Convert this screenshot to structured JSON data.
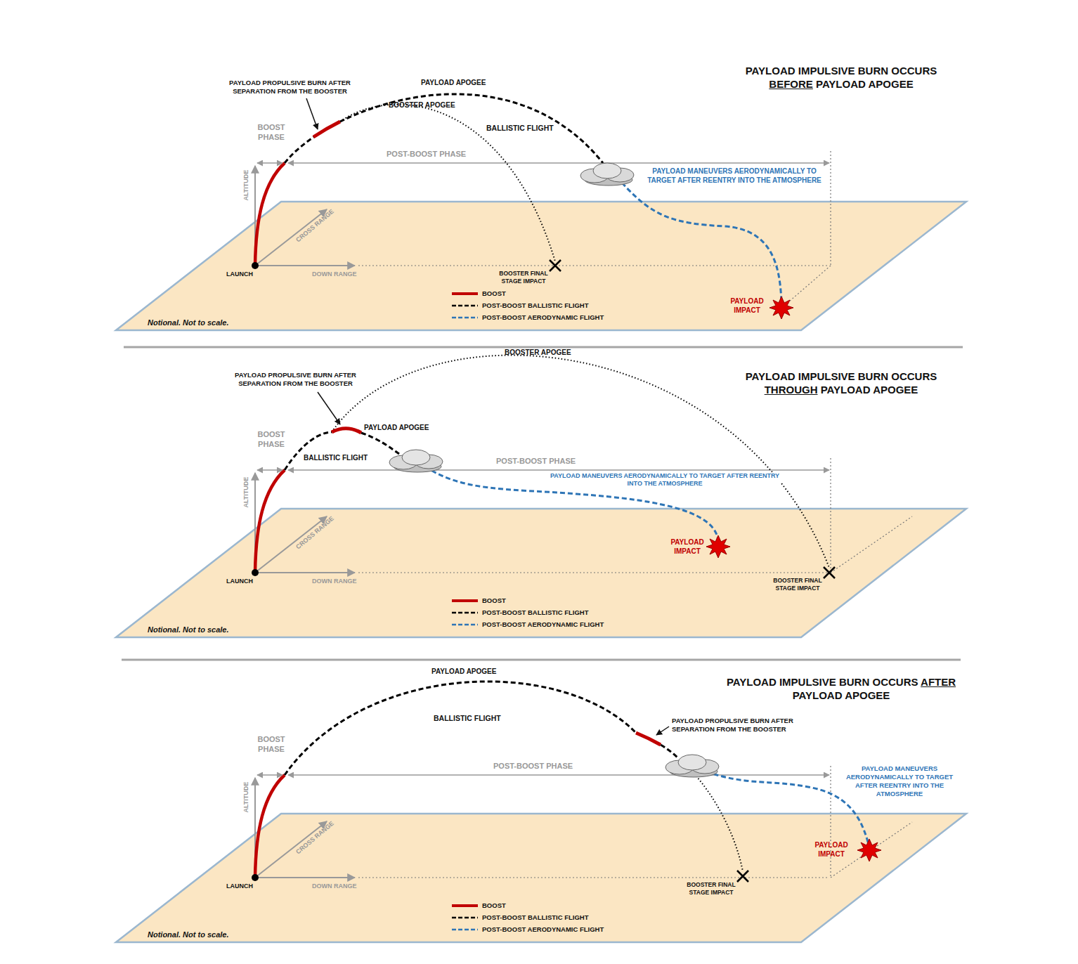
{
  "diagram": {
    "labels": [
      "PAYLOAD IMPULSIVE BURN OCCURS BEFORE PAYLOAD APOGEE",
      "PAYLOAD PROPULSIVE BURN AFTER SEPARATION FROM THE BOOSTER",
      "PAYLOAD APOGEE",
      "BOOSTER APOGEE",
      "BALLISTIC FLIGHT",
      "BOOST PHASE",
      "POST-BOOST PHASE",
      "ALTITUDE",
      "CROSS RANGE",
      "DOWN RANGE",
      "LAUNCH",
      "PAYLOAD MANEUVERS AERODYNAMICALLY TO TARGET AFTER REENTRY INTO THE ATMOSPHERE",
      "BOOSTER FINAL STAGE IMPACT",
      "PAYLOAD IMPACT",
      "Notional. Not to scale.",
      "PAYLOAD IMPULSIVE BURN OCCURS THROUGH PAYLOAD APOGEE",
      "PAYLOAD PROPULSIVE BURN AFTER SEPARATION FROM THE BOOSTER",
      "PAYLOAD APOGEE",
      "BOOSTER APOGEE",
      "BALLISTIC FLIGHT",
      "BOOST PHASE",
      "POST-BOOST PHASE",
      "ALTITUDE",
      "CROSS RANGE",
      "DOWN RANGE",
      "LAUNCH",
      "PAYLOAD MANEUVERS AERODYNAMICALLY TO TARGET AFTER REENTRY INTO THE ATMOSPHERE",
      "BOOSTER FINAL STAGE IMPACT",
      "PAYLOAD IMPACT",
      "Notional. Not to scale.",
      "PAYLOAD IMPULSIVE BURN OCCURS AFTER PAYLOAD APOGEE",
      "PAYLOAD PROPULSIVE BURN AFTER SEPARATION FROM THE BOOSTER",
      "PAYLOAD APOGEE",
      "BALLISTIC FLIGHT",
      "BOOST PHASE",
      "POST-BOOST PHASE",
      "ALTITUDE",
      "CROSS RANGE",
      "DOWN RANGE",
      "LAUNCH",
      "PAYLOAD MANEUVERS AERODYNAMICALLY TO TARGET AFTER REENTRY INTO THE ATMOSPHERE",
      "BOOSTER FINAL STAGE IMPACT",
      "PAYLOAD IMPACT",
      "Notional. Not to scale."
    ],
    "legend": [
      {
        "text": "BOOST"
      },
      {
        "text": "POST-BOOST BALLISTIC FLIGHT"
      },
      {
        "text": "POST-BOOST AERODYNAMIC FLIGHT"
      },
      {
        "text": "BOOST"
      },
      {
        "text": "POST-BOOST BALLISTIC FLIGHT"
      },
      {
        "text": "POST-BOOST AERODYNAMIC FLIGHT"
      },
      {
        "text": "BOOST"
      },
      {
        "text": "POST-BOOST BALLISTIC FLIGHT"
      },
      {
        "text": "POST-BOOST AERODYNAMIC FLIGHT"
      }
    ]
  }
}
